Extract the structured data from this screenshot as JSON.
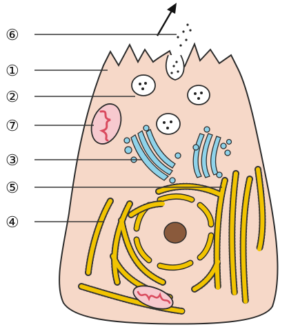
{
  "labels": [
    {
      "id": "6",
      "text": "⑥"
    },
    {
      "id": "1",
      "text": "①"
    },
    {
      "id": "2",
      "text": "②"
    },
    {
      "id": "7",
      "text": "⑦"
    },
    {
      "id": "3",
      "text": "③"
    },
    {
      "id": "5",
      "text": "⑤"
    },
    {
      "id": "4",
      "text": "④"
    }
  ],
  "colors": {
    "cytoplasm": "#f6d8c8",
    "membrane": "#2b2b2b",
    "er": "#f2c400",
    "ribosome": "#333333",
    "golgi": "#8fd3ea",
    "mitochondrion_outer": "#f7c9cf",
    "mitochondrion_inner": "#d94a5e",
    "nucleolus": "#8a5a3c",
    "vesicle": "#ffffff"
  }
}
